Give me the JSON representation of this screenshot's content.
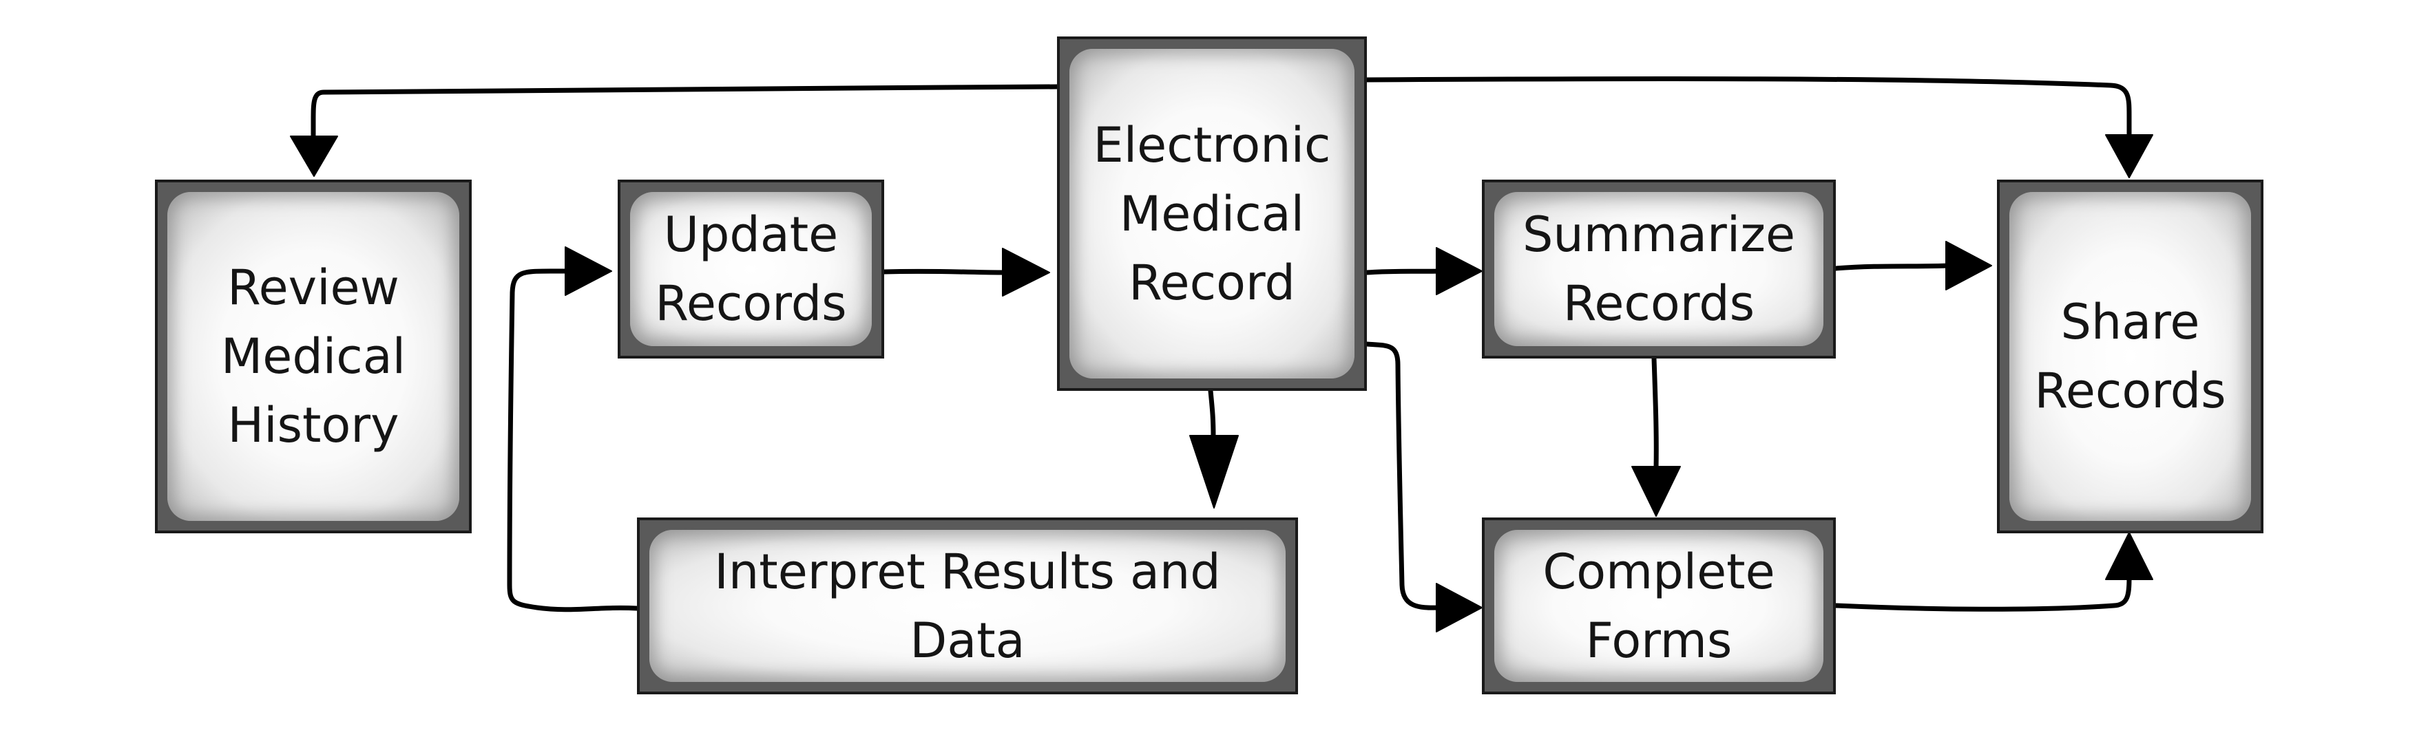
{
  "nodes": {
    "review_medical_history": "Review\nMedical\nHistory",
    "update_records": "Update\nRecords",
    "electronic_medical_record": "Electronic\nMedical\nRecord",
    "summarize_records": "Summarize\nRecords",
    "share_records": "Share\nRecords",
    "interpret_results": "Interpret Results and\nData",
    "complete_forms": "Complete\nForms"
  },
  "edges": [
    {
      "from": "electronic_medical_record",
      "to": "review_medical_history"
    },
    {
      "from": "electronic_medical_record",
      "to": "share_records"
    },
    {
      "from": "update_records",
      "to": "electronic_medical_record"
    },
    {
      "from": "electronic_medical_record",
      "to": "summarize_records"
    },
    {
      "from": "electronic_medical_record",
      "to": "interpret_results"
    },
    {
      "from": "electronic_medical_record",
      "to": "complete_forms"
    },
    {
      "from": "summarize_records",
      "to": "share_records"
    },
    {
      "from": "summarize_records",
      "to": "complete_forms"
    },
    {
      "from": "complete_forms",
      "to": "share_records"
    },
    {
      "from": "interpret_results",
      "to": "update_records"
    }
  ]
}
